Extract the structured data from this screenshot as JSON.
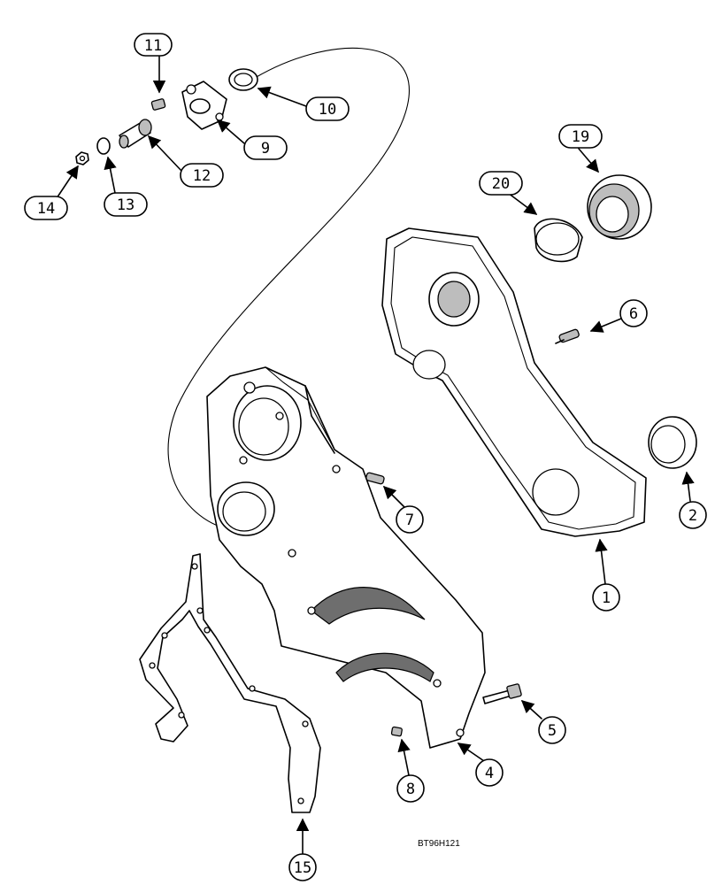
{
  "diagram": {
    "callouts": [
      "1",
      "2",
      "4",
      "5",
      "6",
      "7",
      "8",
      "9",
      "10",
      "11",
      "12",
      "13",
      "14",
      "15",
      "19",
      "20"
    ],
    "drawing_code": "BT96H121"
  }
}
